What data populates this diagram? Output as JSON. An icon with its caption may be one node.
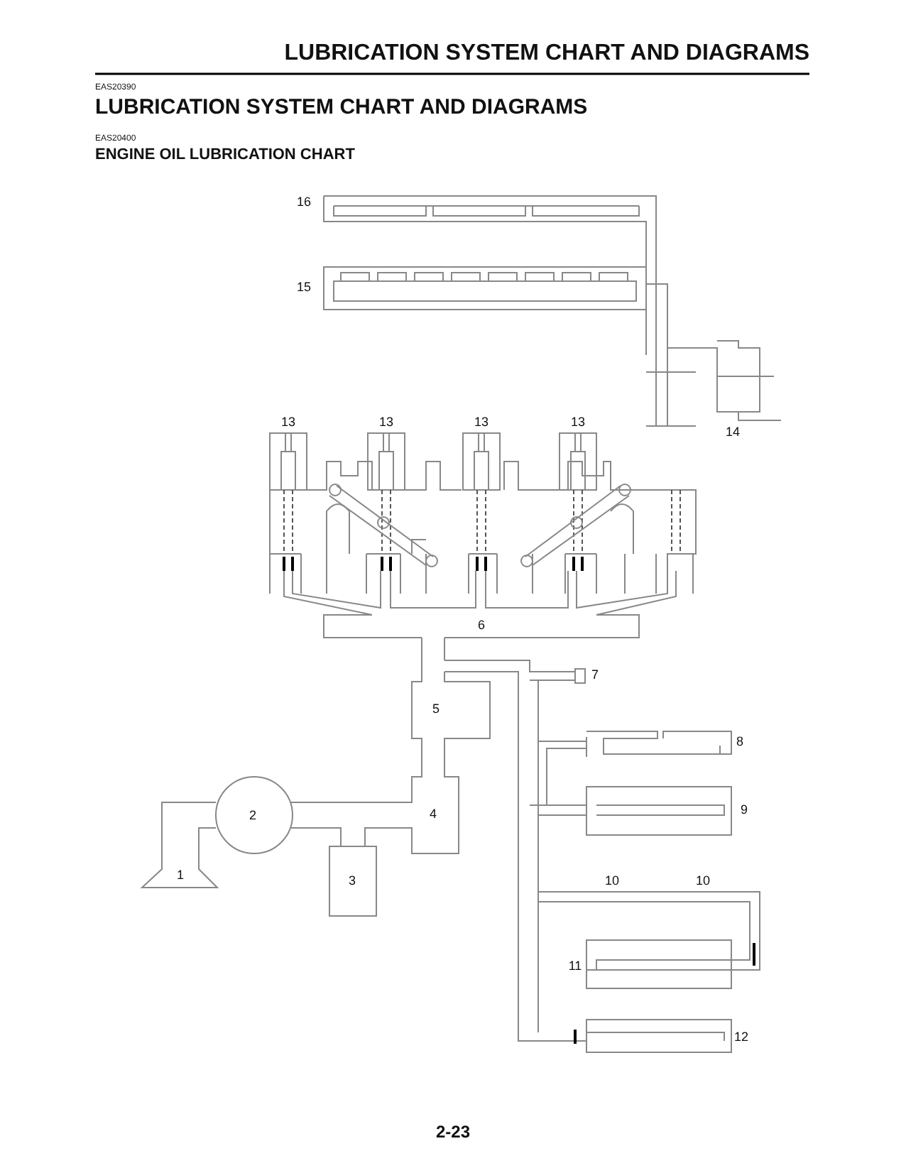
{
  "diagram": {
    "labels": [
      "LUBRICATION SYSTEM CHART AND DIAGRAMS",
      "EAS20390",
      "LUBRICATION SYSTEM CHART AND DIAGRAMS",
      "EAS20400",
      "ENGINE OIL LUBRICATION CHART",
      "16",
      "15",
      "13",
      "13",
      "13",
      "13",
      "14",
      "6",
      "7",
      "5",
      "8",
      "2",
      "4",
      "9",
      "1",
      "3",
      "10",
      "10",
      "11",
      "12",
      "2-23"
    ]
  }
}
